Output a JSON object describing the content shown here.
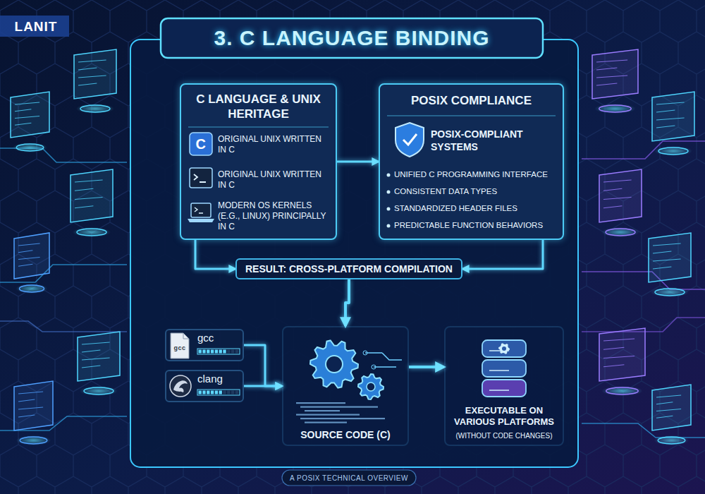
{
  "diagram": {
    "title": "3. C LANGUAGE BINDING",
    "nodes": [
      {
        "text": [
          "C LANGUAGE & UNIX HERITAGE",
          "ORIGINAL UNIX WRITTEN IN C",
          "ORIGINAL UNIX WRITTEN IN C",
          "MODERN OS KERNELS (E.G., LINUX) PRINCIPALLY IN C"
        ]
      },
      {
        "text": [
          "POSIX COMPLIANCE",
          "POSIX-COMPLIANT SYSTEMS",
          "UNIFIED C PROGRAMMING INTERFACE",
          "CONSISTENT DATA TYPES",
          "STANDARDIZED HEADER FILES",
          "PREDICTABLE FUNCTION BEHAVIORS"
        ]
      },
      {
        "text": [
          "RESULT: CROSS-PLATFORM COMPILATION"
        ]
      },
      {
        "text": [
          "gcc"
        ]
      },
      {
        "text": [
          "clang"
        ]
      },
      {
        "text": [
          "SOURCE CODE (C)"
        ]
      },
      {
        "text": [
          "EXECUTABLE ON VARIOUS PLATFORMS",
          "(WITHOUT CODE CHANGES)"
        ]
      }
    ],
    "edges": [
      {
        "from": 0,
        "to": 1,
        "arrow": "to"
      },
      {
        "from": 0,
        "to": 2,
        "arrow": "to"
      },
      {
        "from": 1,
        "to": 2,
        "arrow": "to"
      },
      {
        "from": 2,
        "to": 5,
        "arrow": "to"
      },
      {
        "from": 3,
        "to": 5,
        "arrow": "to"
      },
      {
        "from": 4,
        "to": 5,
        "arrow": "to"
      },
      {
        "from": 5,
        "to": 6,
        "arrow": "to"
      }
    ],
    "labels": [
      "LANIT",
      "C",
      "gcc",
      "A POSIX TECHNICAL OVERVIEW"
    ]
  }
}
